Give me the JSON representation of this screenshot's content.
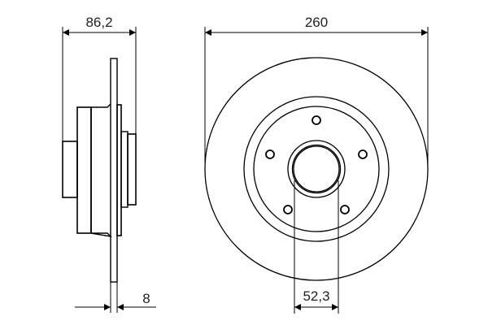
{
  "drawing": {
    "side_view": {
      "total_width_label": "86,2",
      "thickness_label": "8"
    },
    "front_view": {
      "diameter_label": "260",
      "center_bore_label": "52,3",
      "bolt_hole_count": 5
    },
    "line_color": "#000000"
  }
}
